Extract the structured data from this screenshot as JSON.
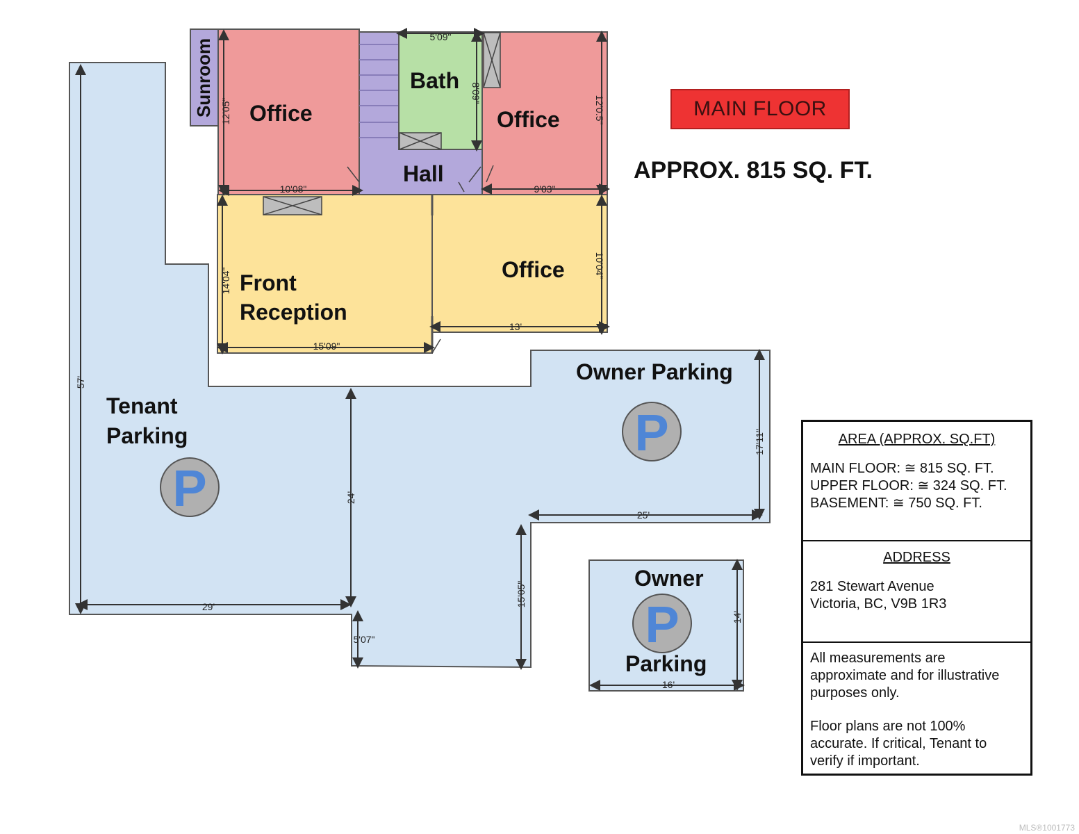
{
  "colors": {
    "office": "#ef9a9a",
    "bath": "#b7e0a6",
    "hall": "#b3a8db",
    "reception": "#fde39a",
    "parking": "#d2e3f3",
    "badge": "#ee3333",
    "parking_sign": "#b0b0b0",
    "parking_letter": "#4f86d6"
  },
  "header": {
    "floor_badge": "MAIN FLOOR",
    "approx_area": "APPROX. 815 SQ. FT."
  },
  "rooms": {
    "sunroom": "Sunroom",
    "office_left": "Office",
    "bath": "Bath",
    "office_right": "Office",
    "hall": "Hall",
    "front_reception_line1": "Front",
    "front_reception_line2": "Reception",
    "office_lower": "Office"
  },
  "parking": {
    "tenant_line1": "Tenant",
    "tenant_line2": "Parking",
    "owner_main": "Owner Parking",
    "owner_small_line1": "Owner",
    "owner_small_line2": "Parking",
    "sign_letter": "P"
  },
  "dimensions": {
    "sunroom_left_height": "12'05\"",
    "office_left_width": "10'08\"",
    "bath_width": "5'09\"",
    "bath_height": "8'09\"",
    "office_right_height": "12'0.5\"",
    "office_right_width": "9'03\"",
    "reception_height": "14'04\"",
    "reception_width": "15'09\"",
    "office_lower_height": "10'04\"",
    "office_lower_width": "13'",
    "tenant_height": "57'",
    "tenant_width": "29'",
    "middle_height": "24'",
    "bottom_step": "5'07\"",
    "lower_middle_height": "15'05\"",
    "owner_height": "17'11\"",
    "owner_width": "25'",
    "owner_small_height": "14'",
    "owner_small_width": "16'"
  },
  "info": {
    "area_heading": "AREA (APPROX. SQ.FT)",
    "area_lines": [
      "MAIN FLOOR: ≅ 815 SQ. FT.",
      "UPPER FLOOR: ≅ 324 SQ. FT.",
      "BASEMENT: ≅ 750 SQ. FT."
    ],
    "address_heading": "ADDRESS",
    "address_lines": [
      "281 Stewart Avenue",
      "Victoria, BC, V9B 1R3"
    ],
    "note_1": "All measurements are approximate and for illustrative purposes only.",
    "note_2": "Floor plans are not 100% accurate. If critical, Tenant to verify if important."
  },
  "watermark": "MLS®1001773"
}
